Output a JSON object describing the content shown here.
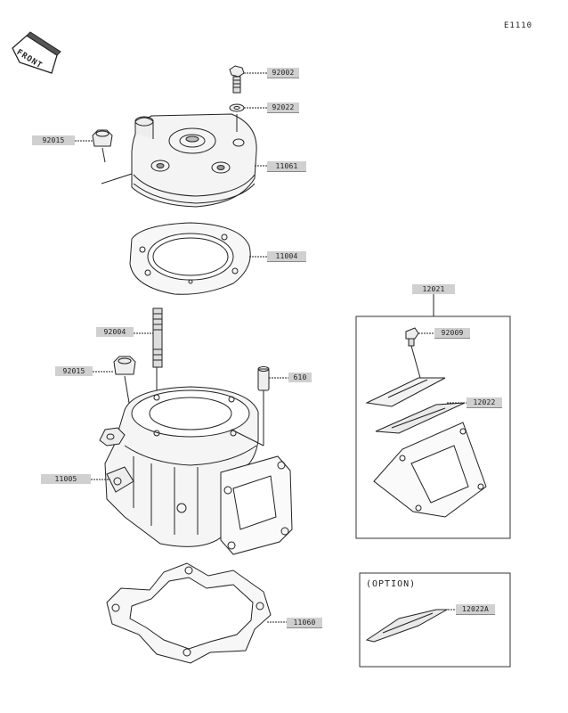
{
  "figure_code": "E1110",
  "front_label": "FRONT",
  "option_label": "(OPTION)",
  "callouts": {
    "p92002": "92002",
    "p92022": "92022",
    "p92015_top": "92015",
    "p11061": "11061",
    "p11004": "11004",
    "p12021": "12021",
    "p92004": "92004",
    "p92009": "92009",
    "p92015_mid": "92015",
    "p610": "610",
    "p12022": "12022",
    "p11005": "11005",
    "p11060": "11060",
    "p12022A": "12022A"
  }
}
